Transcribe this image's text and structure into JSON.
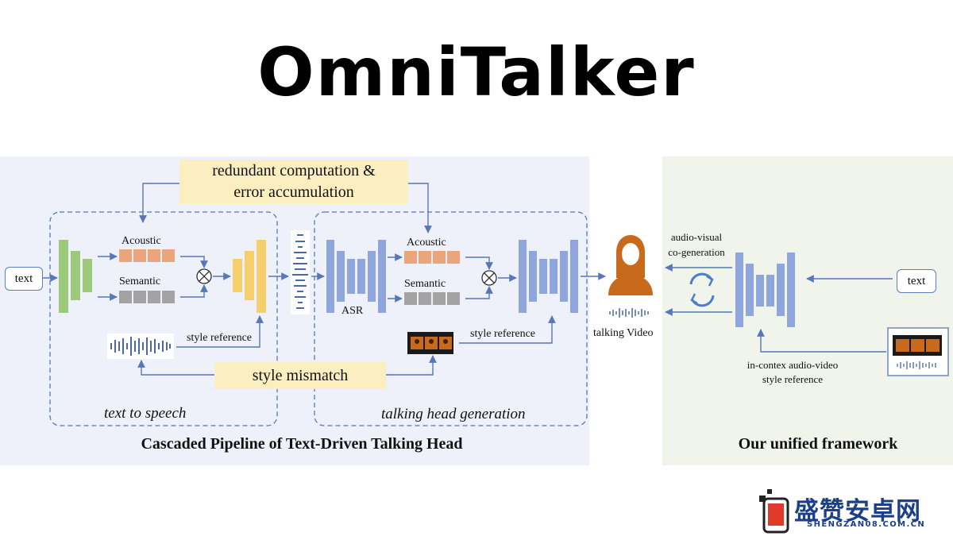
{
  "title": "OmniTalker",
  "cascaded": {
    "caption": "Cascaded Pipeline of Text-Driven Talking Head",
    "input_text": "text",
    "note_top": "redundant computation & error accumulation",
    "note_top_line1": "redundant computation &",
    "note_top_line2": "error accumulation",
    "note_mid": "style mismatch",
    "tts": {
      "label": "text to speech",
      "acoustic": "Acoustic",
      "semantic": "Semantic",
      "style_ref": "style reference"
    },
    "thg": {
      "label": "talking head generation",
      "asr": "ASR",
      "acoustic": "Acoustic",
      "semantic": "Semantic",
      "style_ref": "style reference"
    },
    "output": "talking Video"
  },
  "unified": {
    "caption": "Our unified framework",
    "input_text": "text",
    "av_line1": "audio-visual",
    "av_line2": "co-generation",
    "ref_line1": "in-contex audio-video",
    "ref_line2": "style reference"
  },
  "watermark": {
    "cn": "盛赞安卓网",
    "domain": "SHENGZAN08.COM.CN"
  },
  "colors": {
    "green_block": "#9cc97a",
    "yellow_block": "#f5cf6b",
    "blue_block": "#8fa6dc",
    "acoustic_cell": "#eba57a",
    "semantic_cell": "#a3a3a3",
    "arrow": "#5677b8",
    "dashed": "#5677b8",
    "person": "#c8691c"
  }
}
